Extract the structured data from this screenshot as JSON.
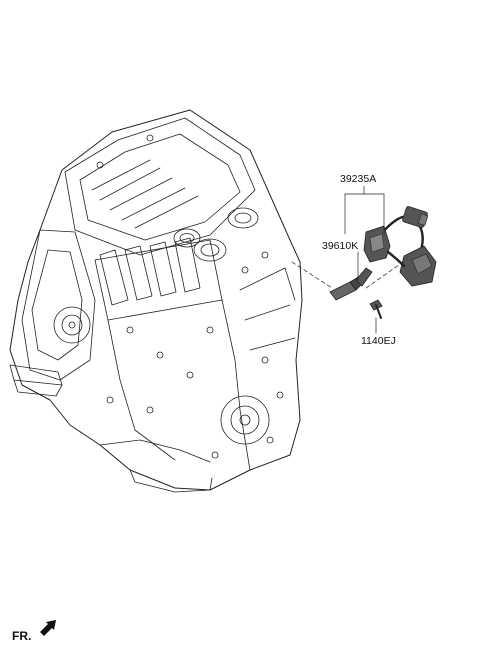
{
  "diagram": {
    "callouts": {
      "harness": "39235A",
      "sensor": "39610K",
      "bolt": "1140EJ"
    },
    "orientation_label": "FR."
  },
  "colors": {
    "line": "#222222",
    "part_fill": "#555555",
    "background": "#ffffff"
  }
}
